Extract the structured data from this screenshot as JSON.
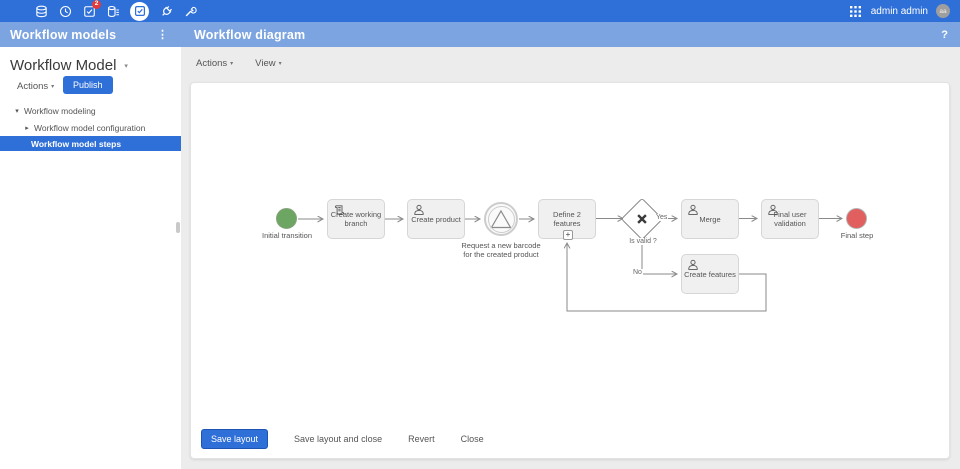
{
  "topbar": {
    "icons": [
      {
        "name": "database-icon"
      },
      {
        "name": "clock-icon"
      },
      {
        "name": "tasks-icon",
        "badge": "2"
      },
      {
        "name": "data-stack-icon"
      },
      {
        "name": "workflow-icon",
        "active": true
      },
      {
        "name": "plug-icon"
      },
      {
        "name": "wrench-icon"
      }
    ],
    "apps_grid_icon": "apps-grid-icon",
    "user_name": "admin admin",
    "avatar_initials": "aa"
  },
  "subheader": {
    "left_title": "Workflow models",
    "kebab_glyph": "⋮",
    "right_title": "Workflow diagram",
    "help_glyph": "?"
  },
  "sidebar": {
    "title": "Workflow Model",
    "title_caret": "▾",
    "actions_label": "Actions",
    "publish_label": "Publish",
    "tree": [
      {
        "label": "Workflow modeling",
        "caret": "▾"
      },
      {
        "label": "Workflow model configuration",
        "caret": "▸"
      },
      {
        "label": "Workflow model steps",
        "selected": true
      }
    ]
  },
  "main_menus": {
    "actions": "Actions",
    "view": "View",
    "caret": "▾"
  },
  "diagram": {
    "nodes": [
      {
        "id": "start",
        "type": "start-event",
        "label": "Initial transition"
      },
      {
        "id": "create-working-branch",
        "type": "script-task",
        "label": "Create working branch"
      },
      {
        "id": "create-product",
        "type": "user-task",
        "label": "Create product"
      },
      {
        "id": "barcode-event",
        "type": "intermediate-event",
        "label": "Request a new barcode for the created product"
      },
      {
        "id": "define-2-features",
        "type": "subprocess",
        "label": "Define 2 features"
      },
      {
        "id": "is-valid",
        "type": "exclusive-gateway",
        "label": "Is valid ?"
      },
      {
        "id": "merge",
        "type": "user-task",
        "label": "Merge"
      },
      {
        "id": "final-user-validation",
        "type": "user-task",
        "label": "Final user validation"
      },
      {
        "id": "final-step",
        "type": "end-event",
        "label": "Final step"
      },
      {
        "id": "create-features",
        "type": "user-task",
        "label": "Create features"
      }
    ],
    "edge_labels": {
      "yes": "Yes",
      "no": "No"
    },
    "subprocess_marker": "+"
  },
  "footer": {
    "save": "Save layout",
    "save_close": "Save layout and close",
    "revert": "Revert",
    "close": "Close"
  },
  "colors": {
    "topbar": "#2f6fd8",
    "subheader": "#7ba4e0",
    "accent": "#2f6fd8",
    "node_fill": "#f0f0f0",
    "node_border": "#d6d6d6",
    "start_event": "#6ca662",
    "end_event": "#e15f5f",
    "line": "#8a8a8a"
  }
}
